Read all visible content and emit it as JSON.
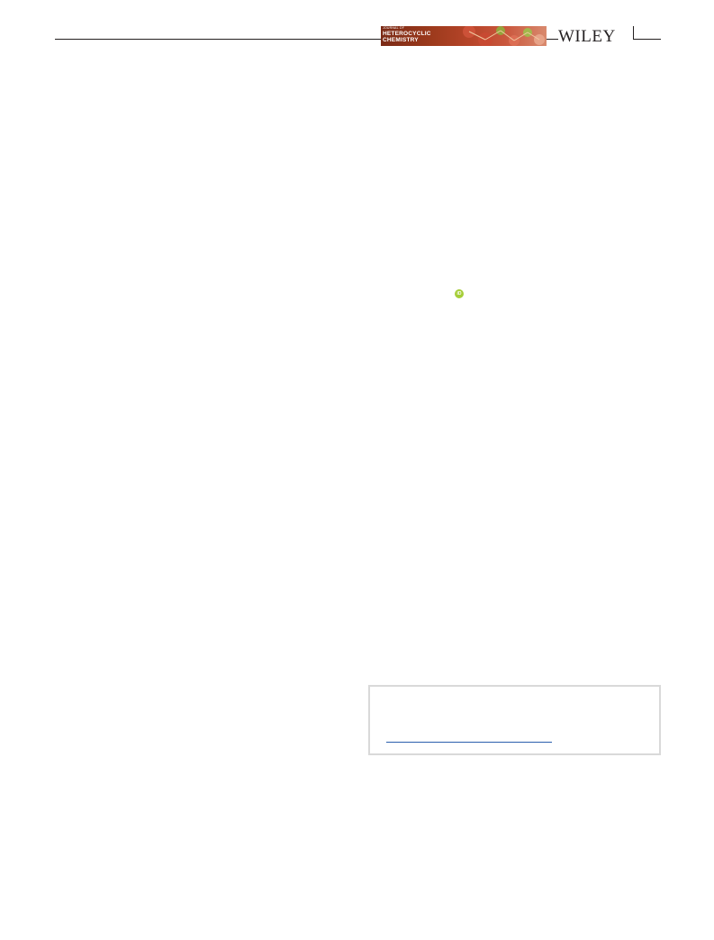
{
  "header": {
    "journal_small": "JOURNAL OF",
    "journal_line1": "HETEROCYCLIC",
    "journal_line2": "CHEMISTRY",
    "publisher": "WILEY"
  },
  "colors": {
    "rule": "#231f20",
    "banner": "#9c3a1c",
    "orcid": "#a6ce39",
    "box_border": "#d9d9d9",
    "link": "#2b5fad"
  },
  "icons": {
    "author_id": "orcid-icon"
  },
  "orcid_label": "iD"
}
